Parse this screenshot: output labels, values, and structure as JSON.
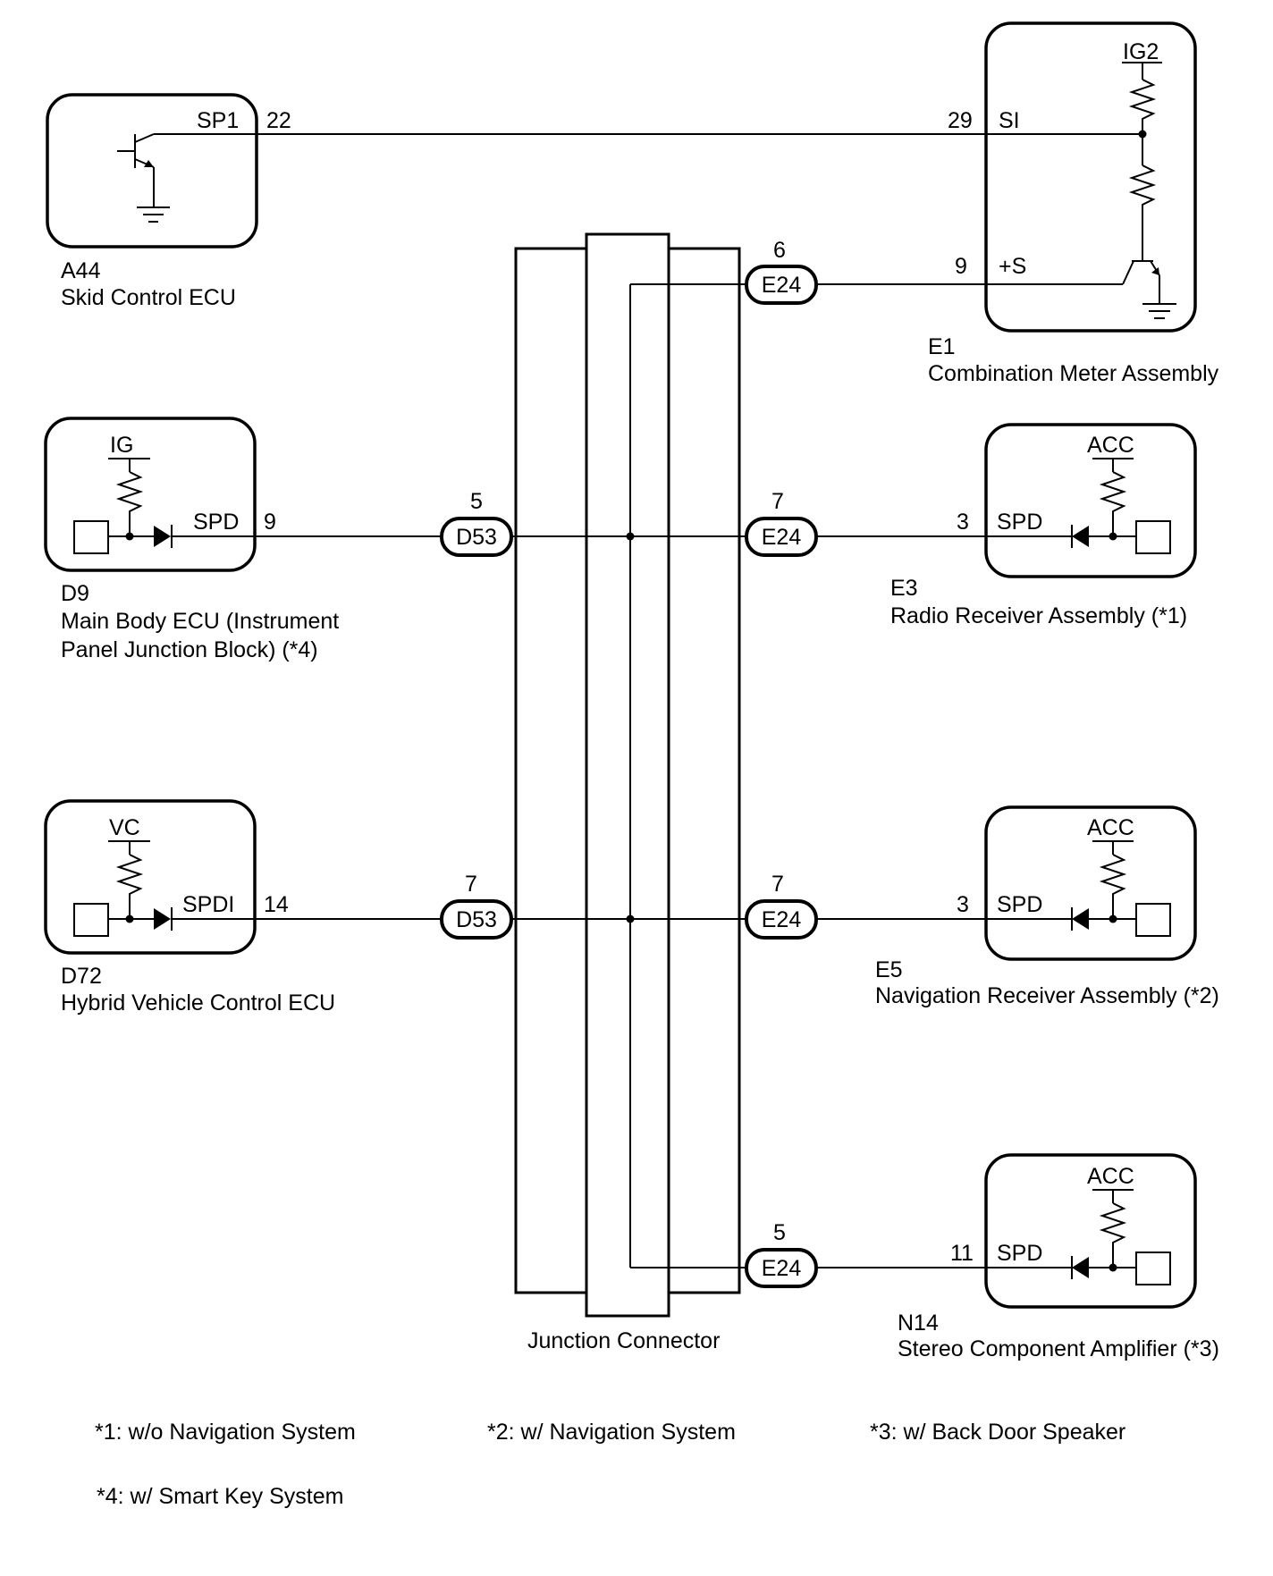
{
  "components": {
    "a44": {
      "code": "A44",
      "name": "Skid Control ECU",
      "signal": "SP1",
      "pin": "22"
    },
    "e1": {
      "code": "E1",
      "name": "Combination Meter Assembly",
      "power": "IG2",
      "signal_si": "SI",
      "pin_si": "29",
      "signal_s": "+S",
      "pin_s": "9"
    },
    "d9": {
      "code": "D9",
      "name_line1": "Main Body ECU (Instrument",
      "name_line2": "Panel Junction Block) (*4)",
      "power": "IG",
      "signal": "SPD",
      "pin": "9"
    },
    "e3": {
      "code": "E3",
      "name": "Radio Receiver Assembly (*1)",
      "power": "ACC",
      "signal": "SPD",
      "pin": "3"
    },
    "d72": {
      "code": "D72",
      "name": "Hybrid Vehicle Control ECU",
      "power": "VC",
      "signal": "SPDI",
      "pin": "14"
    },
    "e5": {
      "code": "E5",
      "name": "Navigation Receiver Assembly (*2)",
      "power": "ACC",
      "signal": "SPD",
      "pin": "3"
    },
    "n14": {
      "code": "N14",
      "name": "Stereo Component Amplifier (*3)",
      "power": "ACC",
      "signal": "SPD",
      "pin": "11"
    }
  },
  "connectors": {
    "e24_a": {
      "id": "E24",
      "pin": "6"
    },
    "d53_a": {
      "id": "D53",
      "pin": "5"
    },
    "e24_b": {
      "id": "E24",
      "pin": "7"
    },
    "d53_b": {
      "id": "D53",
      "pin": "7"
    },
    "e24_c": {
      "id": "E24",
      "pin": "7"
    },
    "e24_d": {
      "id": "E24",
      "pin": "5"
    }
  },
  "junction_label": "Junction Connector",
  "notes": [
    "*1: w/o Navigation System",
    "*2: w/ Navigation System",
    "*3: w/ Back Door Speaker",
    "*4: w/ Smart Key System"
  ]
}
